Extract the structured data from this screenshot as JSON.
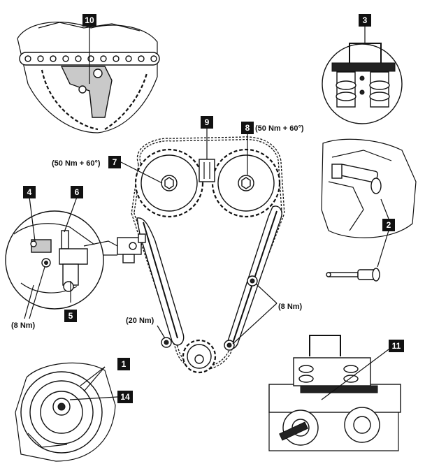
{
  "callouts": {
    "c1": "1",
    "c2": "2",
    "c3": "3",
    "c4": "4",
    "c5": "5",
    "c6": "6",
    "c7": "7",
    "c8": "8",
    "c9": "9",
    "c10": "10",
    "c11": "11",
    "c14": "14"
  },
  "torque": {
    "inlet_cam": "(50 Nm + 60°)",
    "exhaust_cam": "(50 Nm + 60°)",
    "guide_bolt": "(20 Nm)",
    "right_guide": "(8 Nm)",
    "tensioner": "(8 Nm)"
  }
}
